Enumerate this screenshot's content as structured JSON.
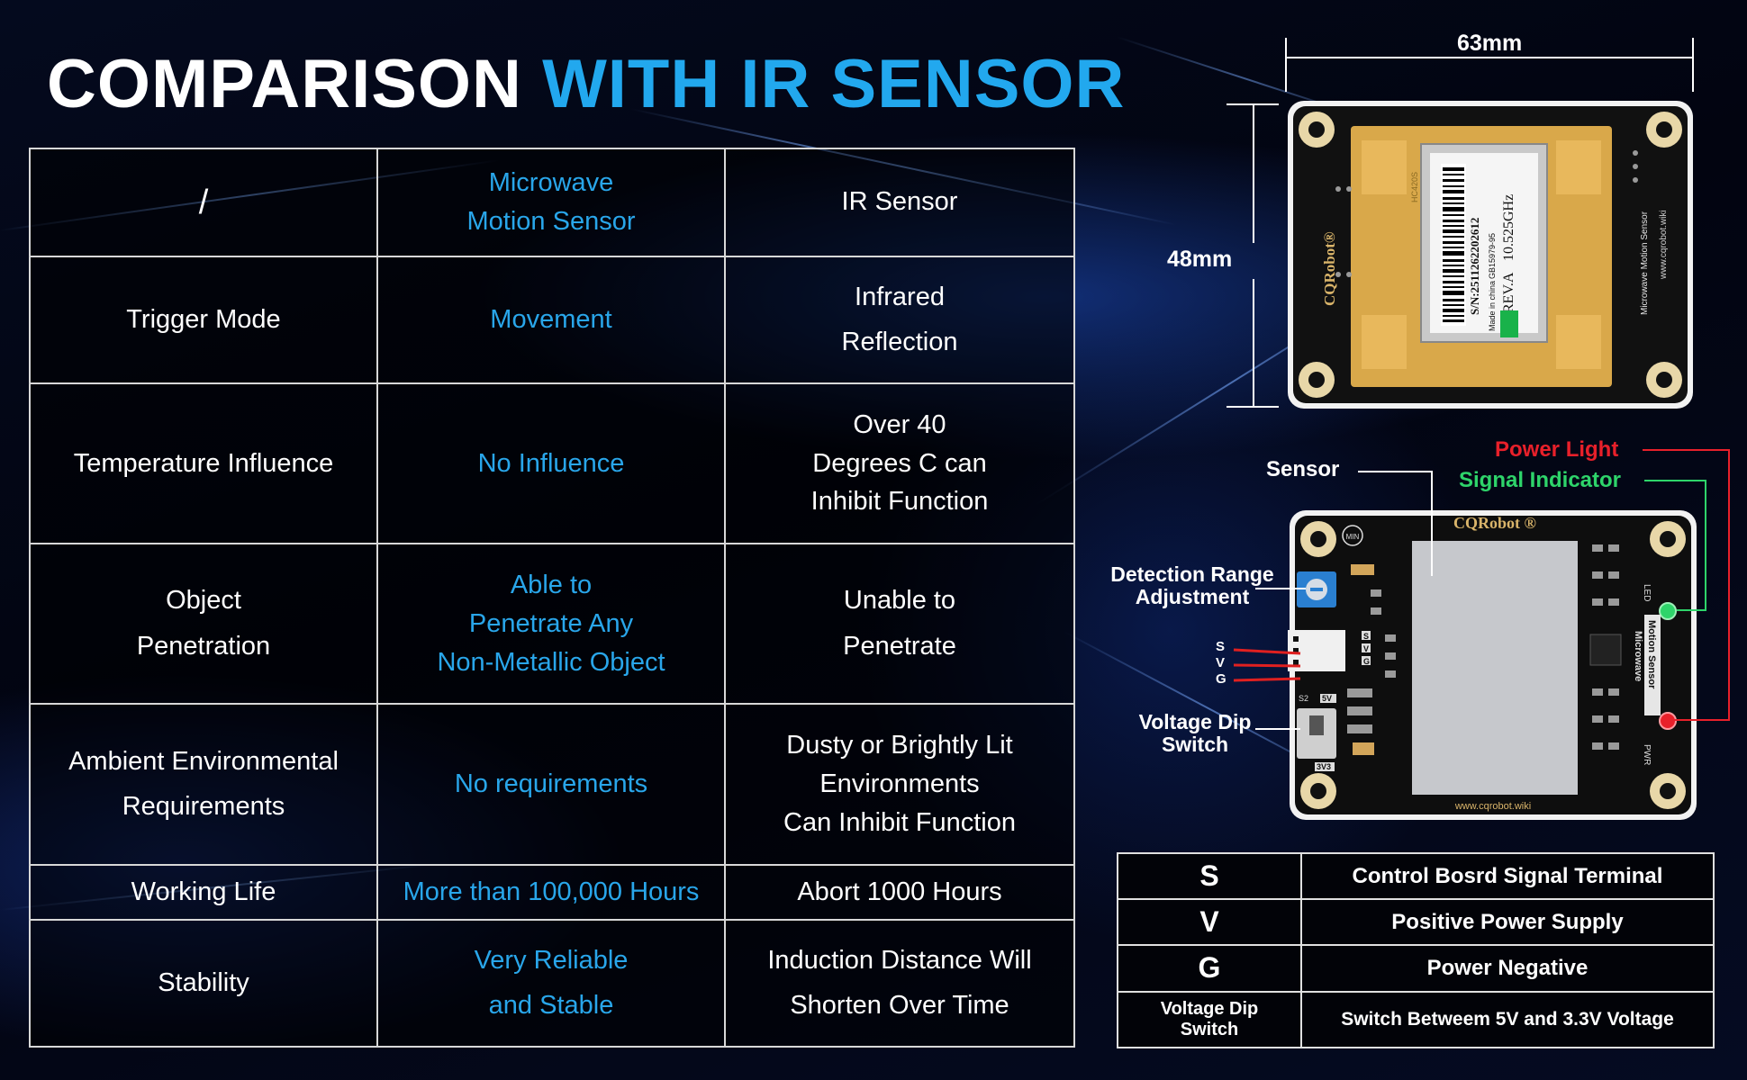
{
  "title": {
    "part1": "COMPARISON",
    "part2": "WITH IR SENSOR"
  },
  "colors": {
    "accent": "#22a8ee",
    "microwave_text": "#29a6ea",
    "power_light": "#e8202a",
    "signal_indicator": "#2ed46a",
    "pcb_gold": "#d9a84a",
    "pcb_black": "#111111"
  },
  "comparison": {
    "header": {
      "label": "/",
      "microwave": [
        "Microwave",
        "Motion Sensor"
      ],
      "ir": "IR Sensor"
    },
    "rows": [
      {
        "label": [
          "Trigger Mode"
        ],
        "microwave": [
          "Movement"
        ],
        "ir": [
          "Infrared",
          "Reflection"
        ]
      },
      {
        "label": [
          "Temperature Influence"
        ],
        "microwave": [
          "No Influence"
        ],
        "ir": [
          "Over 40",
          "Degrees C can",
          "Inhibit Function"
        ]
      },
      {
        "label": [
          "Object",
          "Penetration"
        ],
        "microwave": [
          "Able to",
          "Penetrate Any",
          "Non-Metallic Object"
        ],
        "ir": [
          "Unable to",
          "Penetrate"
        ]
      },
      {
        "label": [
          "Ambient Environmental",
          "Requirements"
        ],
        "microwave": [
          "No requirements"
        ],
        "ir": [
          "Dusty or Brightly Lit",
          "Environments",
          "Can Inhibit Function"
        ]
      },
      {
        "label": [
          "Working Life"
        ],
        "microwave": [
          "More than 100,000 Hours"
        ],
        "ir": [
          "Abort 1000 Hours"
        ]
      },
      {
        "label": [
          "Stability"
        ],
        "microwave": [
          "Very Reliable",
          "and Stable"
        ],
        "ir": [
          "Induction Distance Will",
          "Shorten Over Time"
        ]
      }
    ]
  },
  "dimensions": {
    "width": "63mm",
    "height": "48mm"
  },
  "board_top": {
    "brand": "CQRobot®",
    "product": "Microwave Motion Sensor",
    "website": "www.cqrobot.wiki",
    "module_model": "HC420S",
    "serial": "S/N:2511262202612",
    "freq": "10.525GHz",
    "rev": "REV.A",
    "made_in": "Made in china",
    "cert": "GB15979-95"
  },
  "board_bottom": {
    "brand": "CQRobot ®",
    "website": "www.cqrobot.wiki",
    "pot_label": "MIN",
    "led_label": "LED",
    "pwr_label": "PWR",
    "side_text": [
      "Motion Sensor",
      "Microwave"
    ],
    "switch_top": "5V",
    "switch_bottom": "3V3",
    "switch_id": "S2",
    "pin_letters": [
      "S",
      "V",
      "G"
    ]
  },
  "callouts": {
    "sensor": "Sensor",
    "power_light": "Power Light",
    "signal_indicator": "Signal Indicator",
    "detection_range": [
      "Detection Range",
      "Adjustment"
    ],
    "voltage_dip": [
      "Voltage Dip",
      "Switch"
    ],
    "wires": [
      "S",
      "V",
      "G"
    ]
  },
  "pins": [
    {
      "pin": "S",
      "desc": "Control Bosrd Signal Terminal"
    },
    {
      "pin": "V",
      "desc": "Positive Power Supply"
    },
    {
      "pin": "G",
      "desc": "Power Negative"
    },
    {
      "pin": [
        "Voltage Dip",
        "Switch"
      ],
      "desc": "Switch Betweem 5V and 3.3V Voltage"
    }
  ]
}
